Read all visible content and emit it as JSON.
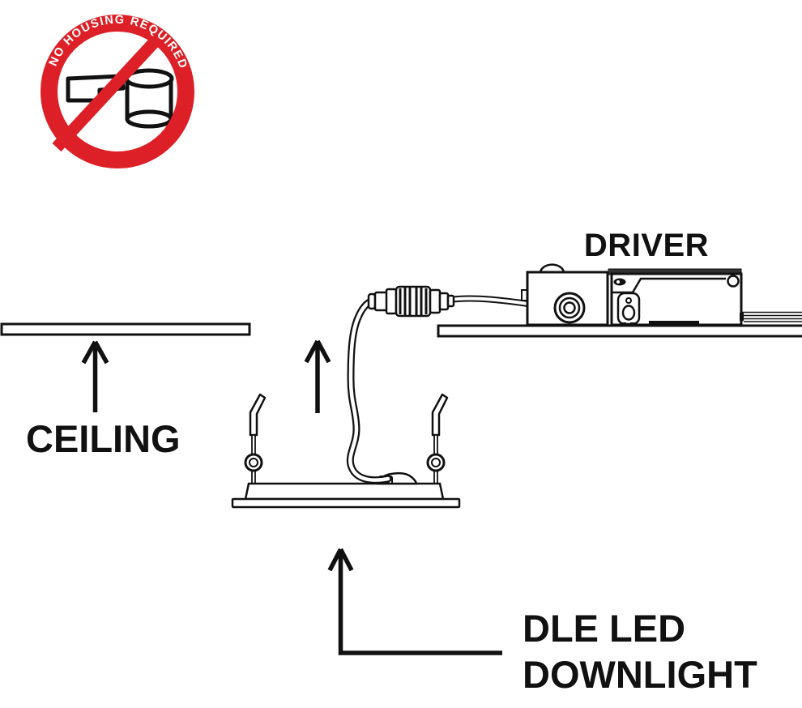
{
  "sign": {
    "label": "NO HOUSING REQUIRED"
  },
  "labels": {
    "driver": "DRIVER",
    "ceiling": "CEILING",
    "downlight_line1": "DLE LED",
    "downlight_line2": "DOWNLIGHT"
  },
  "colors": {
    "sign_red": "#DD2027",
    "line_black": "#111111",
    "background": "#FFFFFF"
  }
}
